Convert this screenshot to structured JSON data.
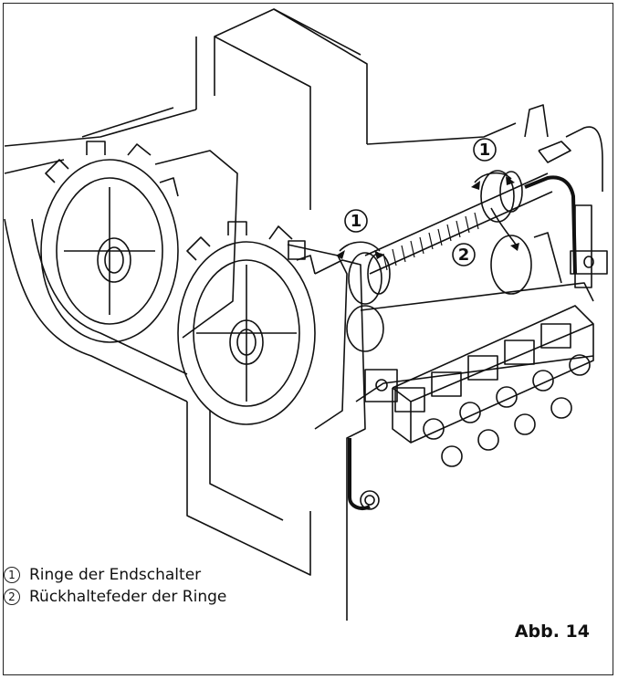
{
  "callouts": {
    "c1": "1",
    "c2": "2"
  },
  "legend": [
    {
      "num": "1",
      "text": "Ringe der Endschalter"
    },
    {
      "num": "2",
      "text": "Rückhaltefeder der Ringe"
    }
  ],
  "figure_label": "Abb. 14"
}
